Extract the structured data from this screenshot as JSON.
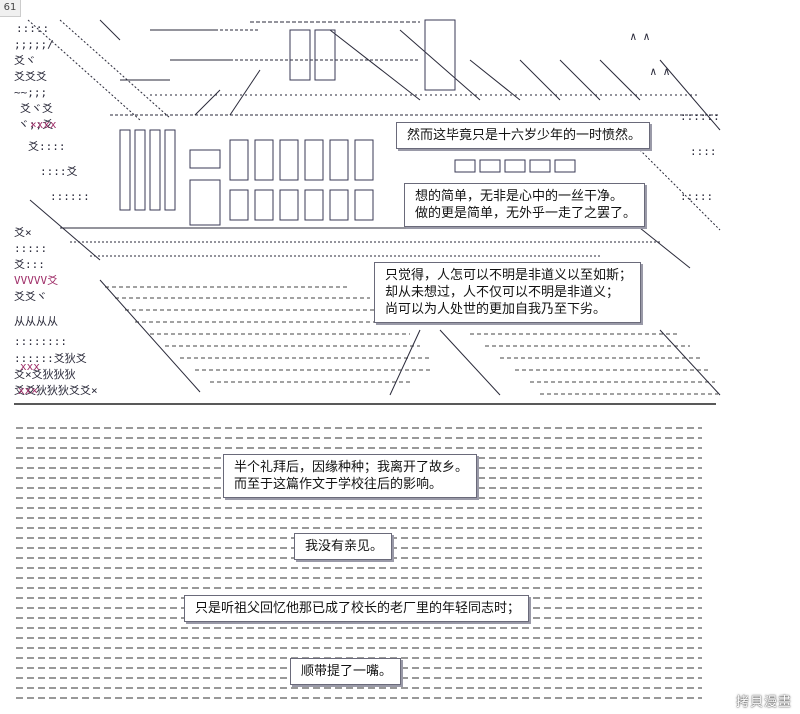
{
  "page_number": "61",
  "captions": {
    "c1": [
      "然而这毕竟只是十六岁少年的一时愤然。"
    ],
    "c2": [
      "想的简单，无非是心中的一丝干净。",
      "做的更是简单，无外乎一走了之罢了。"
    ],
    "c3": [
      "只觉得，人怎可以不明是非道义以至如斯；",
      "却从未想过，人不仅可以不明是非道义；",
      "尚可以为人处世的更加自我乃至下劣。"
    ],
    "c4": [
      "半个礼拜后，因缘种种；我离开了故乡。",
      "而至于这篇作文于学校往后的影响。"
    ],
    "c5": [
      "我没有亲见。"
    ],
    "c6": [
      "只是听祖父回忆他那已成了校长的老厂里的年轻同志时；"
    ],
    "c7": [
      "顺带提了一嘴。"
    ]
  },
  "watermark": "拷貝漫畫",
  "colors": {
    "art": "#1e1e2e",
    "accent": "#a0306a",
    "box_border": "#6a6a7a"
  }
}
